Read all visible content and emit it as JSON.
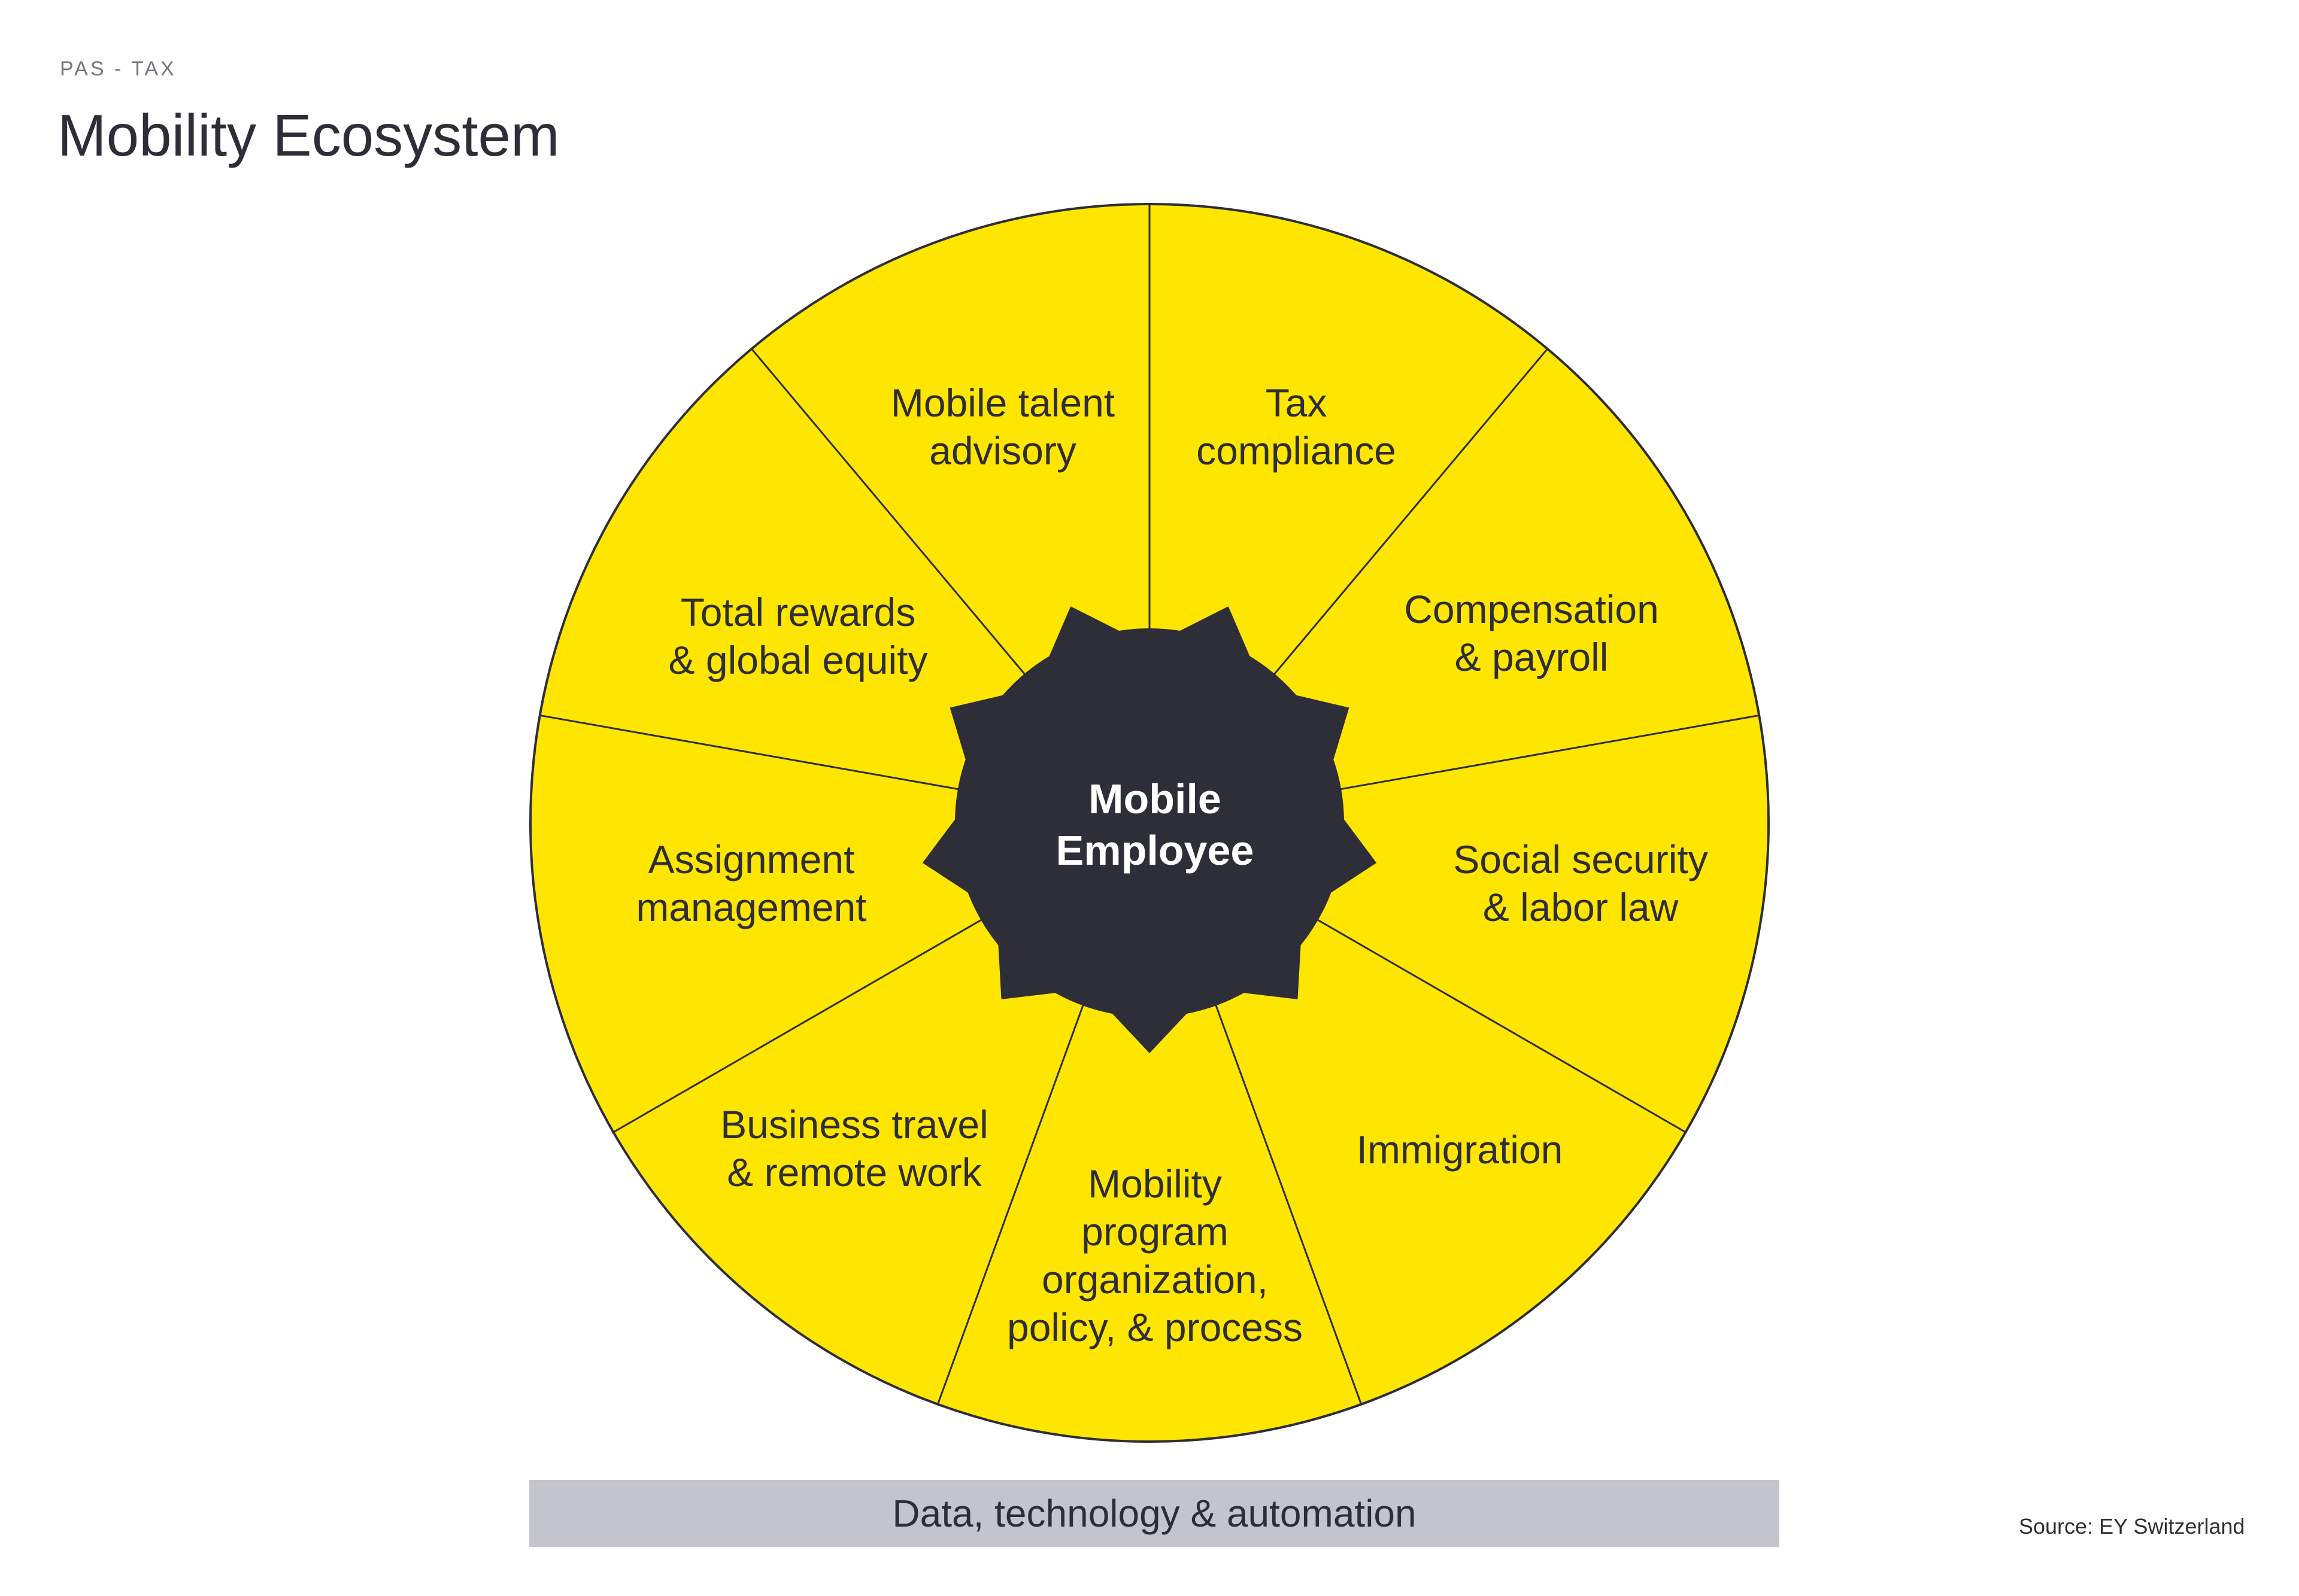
{
  "header": {
    "kicker": "PAS - TAX",
    "title": "Mobility Ecosystem"
  },
  "colors": {
    "segment_fill": "#FFE600",
    "hub_fill": "#2E2E38",
    "outline": "#2E2E38",
    "foundation_fill": "#C4C4CD",
    "text_dark": "#2E2E38",
    "text_light": "#FFFFFF",
    "kicker_text": "#747480"
  },
  "wheel": {
    "hub_label": "Mobile\nEmployee",
    "segment_count": 9,
    "segments": [
      {
        "id": "tax-compliance",
        "label": "Tax\ncompliance"
      },
      {
        "id": "compensation-payroll",
        "label": "Compensation\n& payroll"
      },
      {
        "id": "social-security-labor-law",
        "label": "Social security\n& labor law"
      },
      {
        "id": "immigration",
        "label": "Immigration"
      },
      {
        "id": "mobility-program",
        "label": "Mobility\nprogram\norganization,\npolicy, & process"
      },
      {
        "id": "business-travel-remote-work",
        "label": "Business travel\n& remote work"
      },
      {
        "id": "assignment-management",
        "label": "Assignment\nmanagement"
      },
      {
        "id": "total-rewards-global-equity",
        "label": "Total rewards\n& global equity"
      },
      {
        "id": "mobile-talent-advisory",
        "label": "Mobile talent\nadvisory"
      }
    ]
  },
  "foundation": {
    "label": "Data, technology & automation"
  },
  "footer": {
    "source": "Source: EY Switzerland"
  }
}
